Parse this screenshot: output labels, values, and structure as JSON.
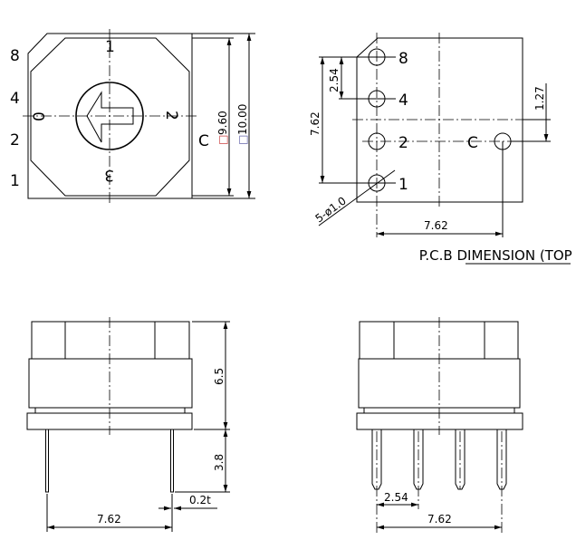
{
  "top_view": {
    "left_labels": [
      "8",
      "4",
      "2",
      "1"
    ],
    "dial_labels": {
      "top": "1",
      "right": "2",
      "bottom": "3",
      "left": "0"
    },
    "common_label": "C",
    "dim_inner": "9.60",
    "dim_outer": "10.00",
    "square_symbol": "□"
  },
  "pcb_view": {
    "pin_labels": [
      "8",
      "4",
      "2",
      "1"
    ],
    "common_label": "C",
    "dim_pitch": "2.54",
    "dim_span_vertical": "7.62",
    "dim_offset": "1.27",
    "dim_span_horizontal": "7.62",
    "hole_note": "5-ø1.0",
    "title": "P.C.B DIMENSION (TOP VIEW)"
  },
  "side_view_left": {
    "dim_height": "6.5",
    "dim_pin_length": "3.8",
    "dim_pin_thickness": "0.2t",
    "dim_span": "7.62"
  },
  "side_view_right": {
    "dim_pitch": "2.54",
    "dim_span": "7.62"
  }
}
